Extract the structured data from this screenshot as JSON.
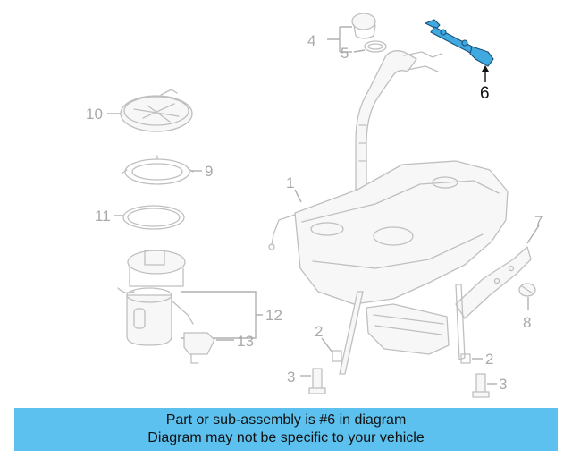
{
  "callouts": {
    "c1": "1",
    "c2a": "2",
    "c2b": "2",
    "c3a": "3",
    "c3b": "3",
    "c4": "4",
    "c5": "5",
    "c6": "6",
    "c7": "7",
    "c8": "8",
    "c9": "9",
    "c10": "10",
    "c11": "11",
    "c12": "12",
    "c13": "13"
  },
  "banner": {
    "line1": "Part or sub-assembly is #6 in diagram",
    "line2": "Diagram may not be specific to your vehicle"
  },
  "colors": {
    "highlight": "#3fa9e0",
    "banner": "#5cc1ee",
    "line": "#bfbfbf"
  }
}
